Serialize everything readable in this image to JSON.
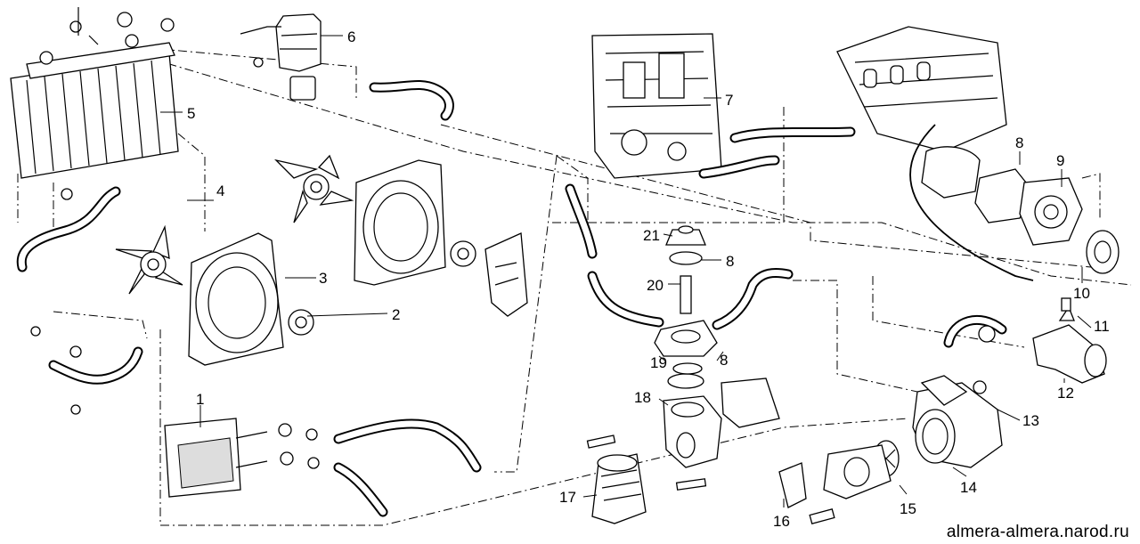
{
  "callouts": [
    {
      "id": "1",
      "label": "1"
    },
    {
      "id": "2",
      "label": "2"
    },
    {
      "id": "3",
      "label": "3"
    },
    {
      "id": "4",
      "label": "4"
    },
    {
      "id": "5",
      "label": "5"
    },
    {
      "id": "6",
      "label": "6"
    },
    {
      "id": "7",
      "label": "7"
    },
    {
      "id": "8a",
      "label": "8"
    },
    {
      "id": "8b",
      "label": "8"
    },
    {
      "id": "8c",
      "label": "8"
    },
    {
      "id": "9",
      "label": "9"
    },
    {
      "id": "10",
      "label": "10"
    },
    {
      "id": "11",
      "label": "11"
    },
    {
      "id": "12",
      "label": "12"
    },
    {
      "id": "13",
      "label": "13"
    },
    {
      "id": "14",
      "label": "14"
    },
    {
      "id": "15",
      "label": "15"
    },
    {
      "id": "16",
      "label": "16"
    },
    {
      "id": "17",
      "label": "17"
    },
    {
      "id": "18",
      "label": "18"
    },
    {
      "id": "19",
      "label": "19"
    },
    {
      "id": "20",
      "label": "20"
    },
    {
      "id": "21",
      "label": "21"
    }
  ],
  "watermark": "almera-almera.narod.ru"
}
